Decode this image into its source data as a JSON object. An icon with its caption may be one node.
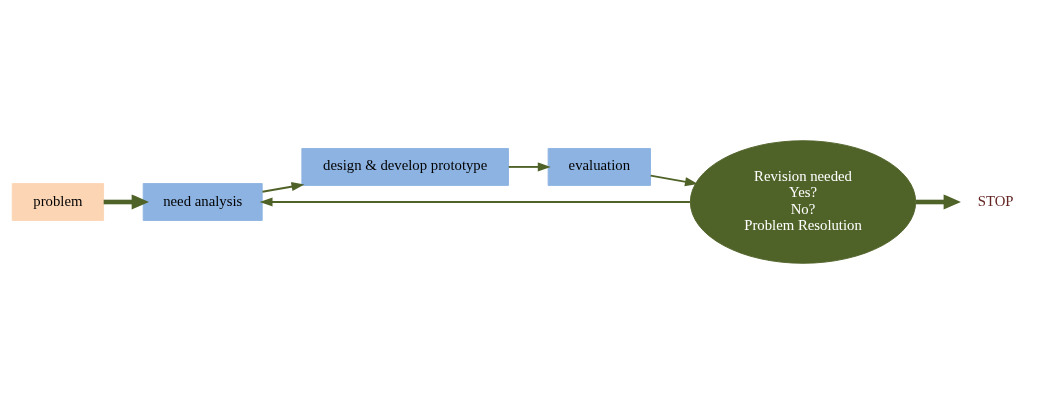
{
  "diagram": {
    "nodes": [
      {
        "text": [
          "problem"
        ]
      },
      {
        "text": [
          "need analysis"
        ]
      },
      {
        "text": [
          "design & develop prototype"
        ]
      },
      {
        "text": [
          "evaluation"
        ]
      },
      {
        "text": [
          "Revision needed",
          "Yes?",
          "No?",
          "Problem Resolution"
        ]
      },
      {
        "text": [
          "STOP"
        ]
      }
    ],
    "edges": [
      {
        "from": 0,
        "to": 1,
        "arrow": "to",
        "style": "thick"
      },
      {
        "from": 1,
        "to": 2,
        "arrow": "to"
      },
      {
        "from": 2,
        "to": 3,
        "arrow": "to"
      },
      {
        "from": 3,
        "to": 4,
        "arrow": "to"
      },
      {
        "from": 4,
        "to": 1,
        "arrow": "to"
      },
      {
        "from": 4,
        "to": 5,
        "arrow": "to",
        "style": "thick"
      }
    ]
  }
}
